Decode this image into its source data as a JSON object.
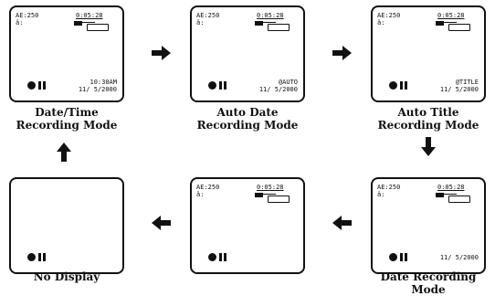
{
  "screens": {
    "datetime": {
      "ae": "AE:250",
      "mic": "â:",
      "time": "0:05:28",
      "line1": "10:30AM",
      "line2": "11/ 5/2000",
      "label_line1": "Date/Time",
      "label_line2": "Recording Mode"
    },
    "autodate": {
      "ae": "AE:250",
      "mic": "â:",
      "time": "0:05:28",
      "line1": "@AUTO",
      "line2": "11/ 5/2000",
      "label_line1": "Auto Date",
      "label_line2": "Recording Mode"
    },
    "autotitle": {
      "ae": "AE:250",
      "mic": "â:",
      "time": "0:05:28",
      "line1": "@TITLE",
      "line2": "11/ 5/2000",
      "label_line1": "Auto Title",
      "label_line2": "Recording Mode"
    },
    "daterec": {
      "ae": "AE:250",
      "mic": "â:",
      "time": "0:05:28",
      "line2": "11/ 5/2000",
      "label_line1": "Date Recording",
      "label_line2": "Mode"
    },
    "timeonly": {
      "ae": "AE:250",
      "mic": "â:",
      "time": "0:05:28"
    },
    "nodisplay": {
      "label_line1": "No Display"
    }
  }
}
